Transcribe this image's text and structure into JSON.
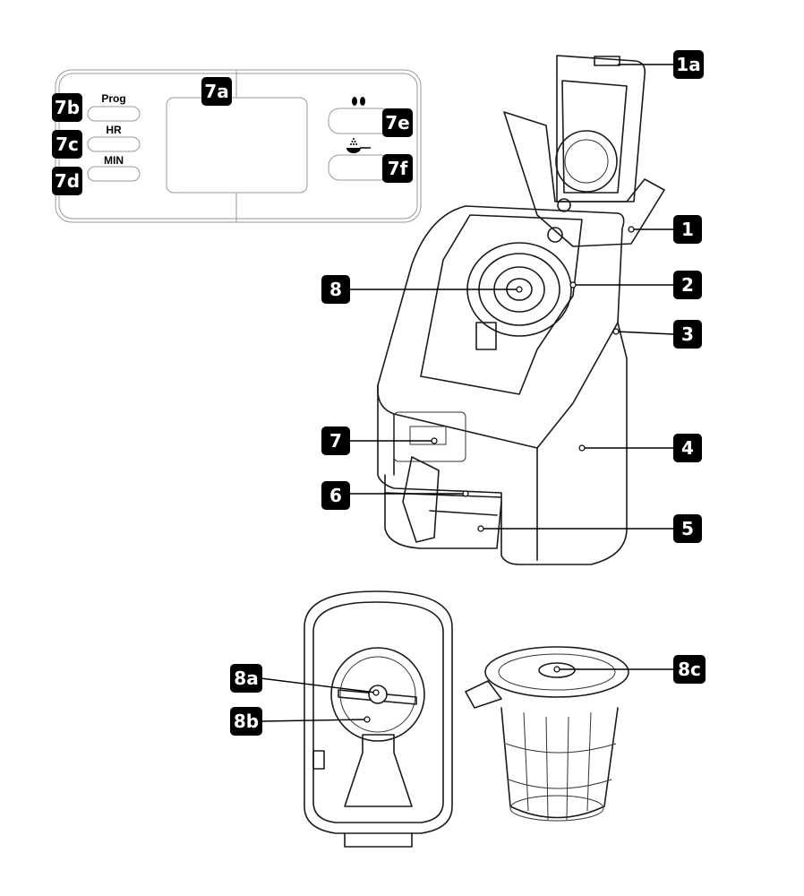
{
  "panel": {
    "prog_label": "Prog",
    "hr_label": "HR",
    "min_label": "MIN",
    "bean_icon": "coffee-beans-icon",
    "scoop_icon": "coffee-scoop-icon"
  },
  "callouts": {
    "c1a": "1a",
    "c7a": "7a",
    "c7b": "7b",
    "c7c": "7c",
    "c7d": "7d",
    "c7e": "7e",
    "c7f": "7f",
    "c1": "1",
    "c2": "2",
    "c3": "3",
    "c4": "4",
    "c5": "5",
    "c6": "6",
    "c7": "7",
    "c8": "8",
    "c8a": "8a",
    "c8b": "8b",
    "c8c": "8c"
  }
}
